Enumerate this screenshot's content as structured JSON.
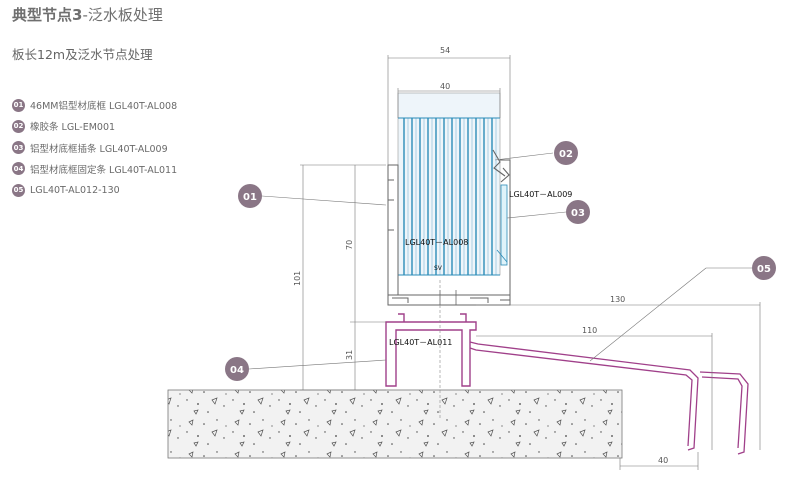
{
  "header": {
    "title_bold": "典型节点3",
    "title_rest": "-泛水板处理",
    "subtitle": "板长12m及泛水节点处理"
  },
  "legend": [
    {
      "num": "01",
      "text": "46MM铝型材底框 LGL40T-AL008"
    },
    {
      "num": "02",
      "text": "橡胶条 LGL-EM001"
    },
    {
      "num": "03",
      "text": "铝型材底框插条 LGL40T-AL009"
    },
    {
      "num": "04",
      "text": "铝型材底框固定条 LGL40T-AL011"
    },
    {
      "num": "05",
      "text": "LGL40T-AL012-130"
    }
  ],
  "dimensions": {
    "d54": "54",
    "d40_top": "40",
    "d101": "101",
    "d70": "70",
    "d31": "31",
    "d130": "130",
    "d110": "110",
    "d40_bottom": "40"
  },
  "part_labels": {
    "al008": "LGL40T－AL008",
    "al009": "LGL40T－AL009",
    "al011": "LGL40T－AL011",
    "sv": "SV"
  },
  "callouts": {
    "c01": "01",
    "c02": "02",
    "c03": "03",
    "c04": "04",
    "c05": "05"
  },
  "colors": {
    "accent": "#8a7686",
    "panel_blue": "#2b8cb8",
    "flashing_purple": "#a0408a",
    "frame_gray": "#666666"
  }
}
